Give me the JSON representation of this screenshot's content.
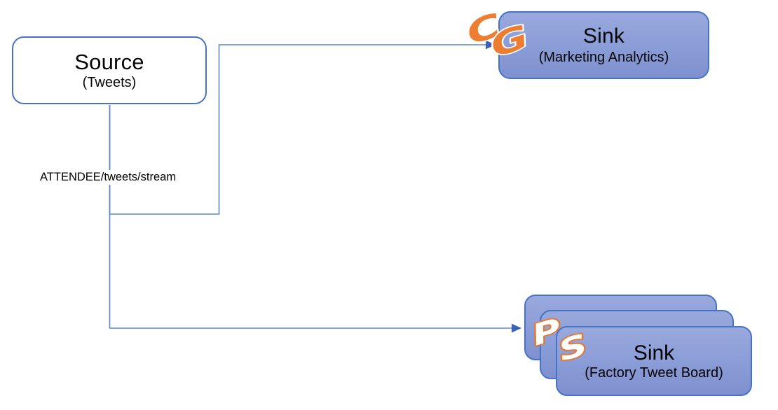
{
  "diagram": {
    "source": {
      "title": "Source",
      "subtitle": "(Tweets)"
    },
    "edge_label": "ATTENDEE/tweets/stream",
    "sink_marketing": {
      "title": "Sink",
      "subtitle": "(Marketing Analytics)",
      "logo_letters": [
        "C",
        "G"
      ]
    },
    "sink_factory": {
      "title": "Sink",
      "subtitle": "(Factory Tweet Board)",
      "logo_letters": [
        "P",
        "S"
      ],
      "stack_count": 3
    },
    "colors": {
      "shape_border": "#4472C4",
      "shape_fill_top": "#99A9DD",
      "shape_fill_bottom": "#7E90CF",
      "connector_line": "#5E85CE",
      "arrowhead": "#3A62B5",
      "logo_orange": "#ED7D31",
      "text": "#000000",
      "background": "#FFFFFF"
    }
  }
}
